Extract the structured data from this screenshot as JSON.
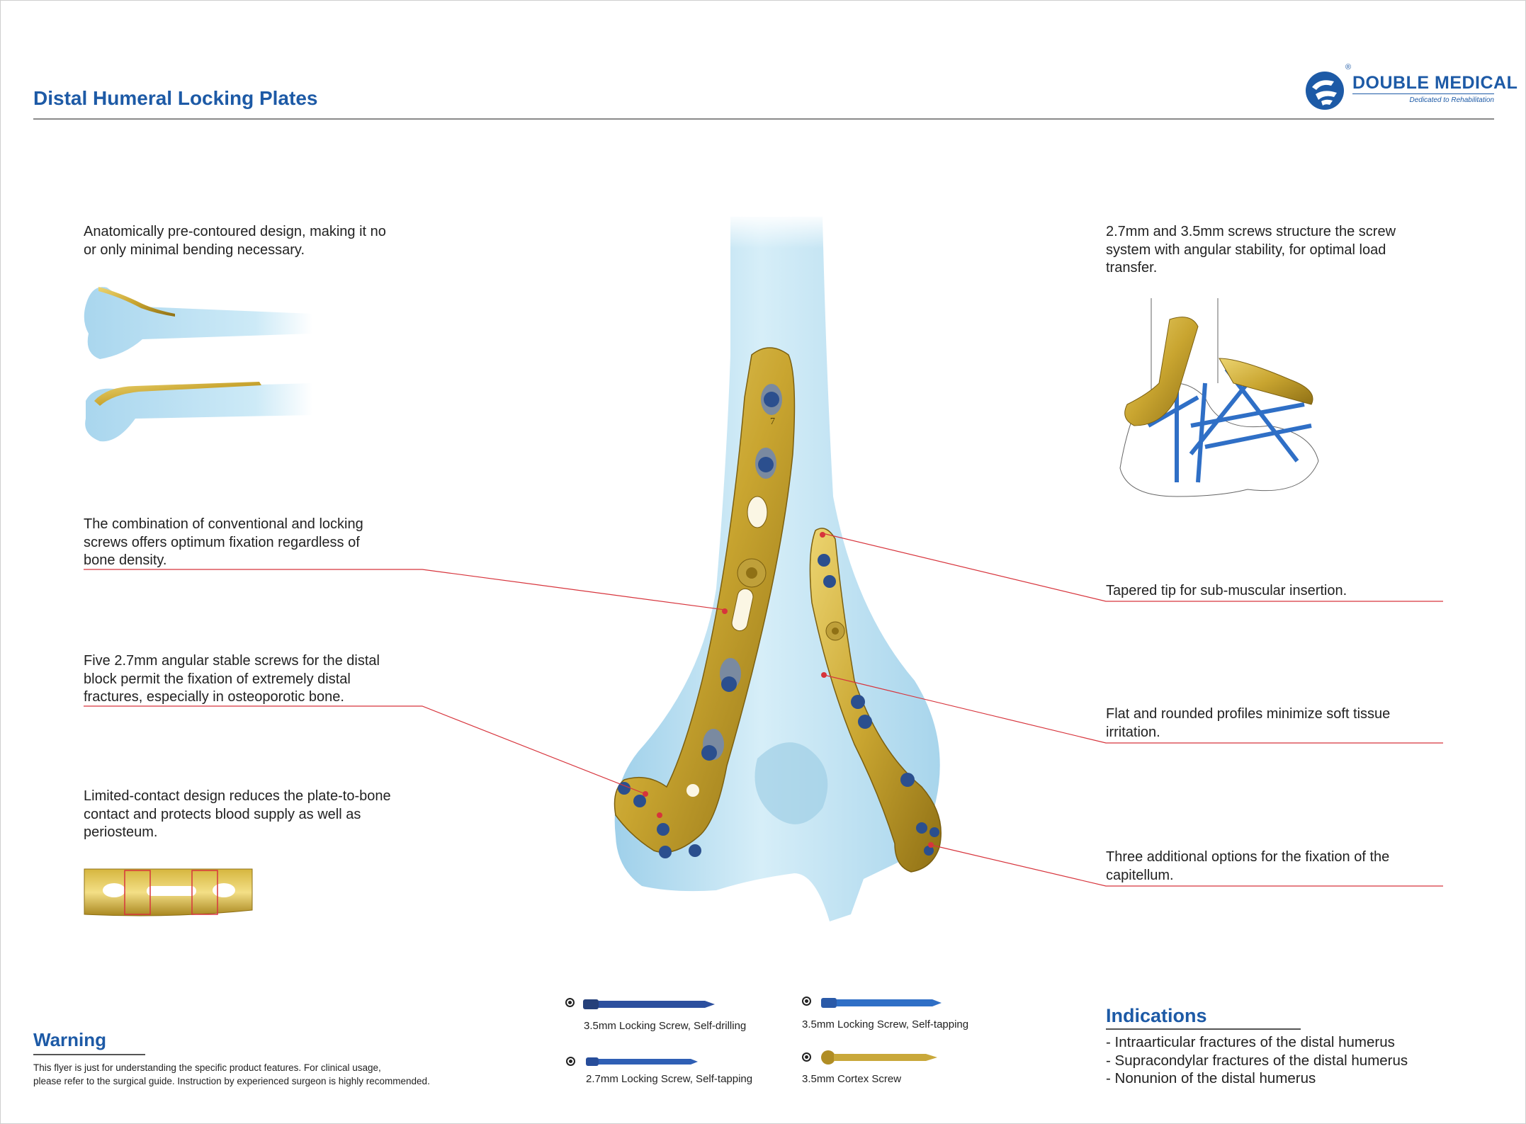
{
  "header": {
    "title": "Distal Humeral Locking Plates",
    "logo": {
      "name": "DOUBLE MEDICAL",
      "tagline": "Dedicated to Rehabilitation",
      "registered": "®"
    }
  },
  "features_left": [
    "Anatomically pre-contoured design, making it no\nor only minimal bending necessary.",
    "The combination of conventional and locking\nscrews offers optimum fixation regardless of\nbone density.",
    "Five 2.7mm angular stable screws for the distal\nblock permit the fixation of extremely distal\nfractures, especially in osteoporotic bone.",
    "Limited-contact design reduces the plate-to-bone\ncontact and protects blood supply as well as\nperiosteum."
  ],
  "features_right": [
    "2.7mm and 3.5mm screws structure the screw\nsystem with angular stability, for optimal load\ntransfer.",
    "Tapered tip for sub-muscular insertion.",
    "Flat and rounded profiles minimize soft tissue\nirritation.",
    "Three additional options for the fixation of the\ncapitellum."
  ],
  "plate_marking": "7",
  "screws": [
    {
      "label": "3.5mm Locking Screw, Self-drilling",
      "color": "#2c4f9e"
    },
    {
      "label": "3.5mm Locking Screw, Self-tapping",
      "color": "#2f6fc6"
    },
    {
      "label": "2.7mm Locking Screw, Self-tapping",
      "color": "#2f5fb5"
    },
    {
      "label": "3.5mm Cortex Screw",
      "color": "#c9a83a"
    }
  ],
  "warning": {
    "title": "Warning",
    "text": "This flyer is just for understanding the specific product features. For clinical usage,\nplease refer to the surgical guide. Instruction by experienced surgeon is highly recommended."
  },
  "indications": {
    "title": "Indications",
    "items": [
      "- Intraarticular fractures of the distal humerus",
      "- Supracondylar fractures of the distal humerus",
      "- Nonunion of the distal humerus"
    ]
  },
  "colors": {
    "brand_blue": "#1d5aa6",
    "leader_red": "#d7343c",
    "plate_gold": "#c9a530",
    "bone_blue": "#bfe0f0"
  }
}
